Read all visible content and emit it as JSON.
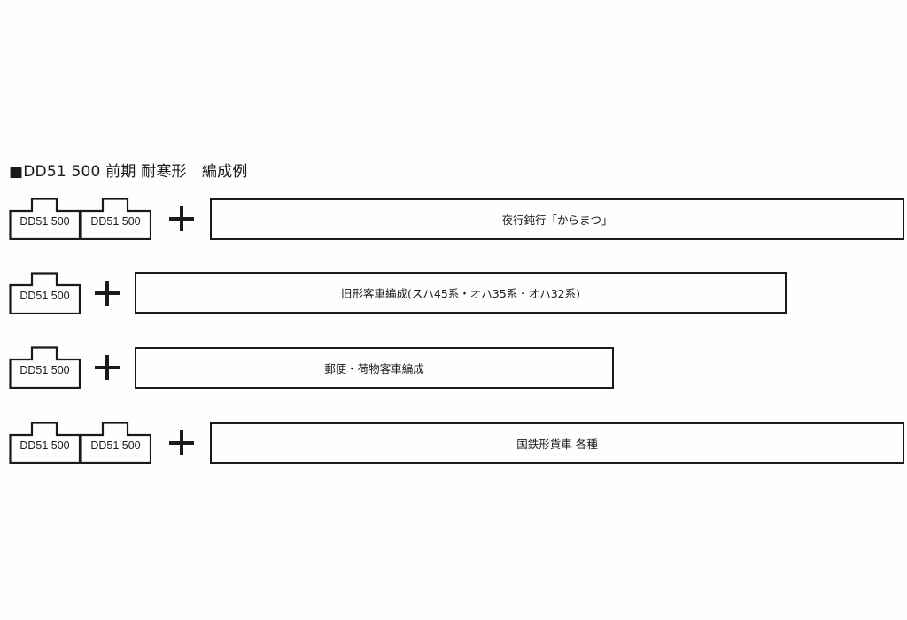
{
  "title": "■DD51 500 前期 耐寒形　編成例",
  "rows": [
    {
      "locos": [
        "DD51 500",
        "DD51 500"
      ],
      "plus": "+",
      "train": "夜行鈍行「からまつ」"
    },
    {
      "locos": [
        "DD51 500"
      ],
      "plus": "+",
      "train": "旧形客車編成(スハ45系・オハ35系・オハ32系)"
    },
    {
      "locos": [
        "DD51 500"
      ],
      "plus": "+",
      "train": "郵便・荷物客車編成"
    },
    {
      "locos": [
        "DD51 500",
        "DD51 500"
      ],
      "plus": "+",
      "train": "国鉄形貨車 各種"
    }
  ]
}
